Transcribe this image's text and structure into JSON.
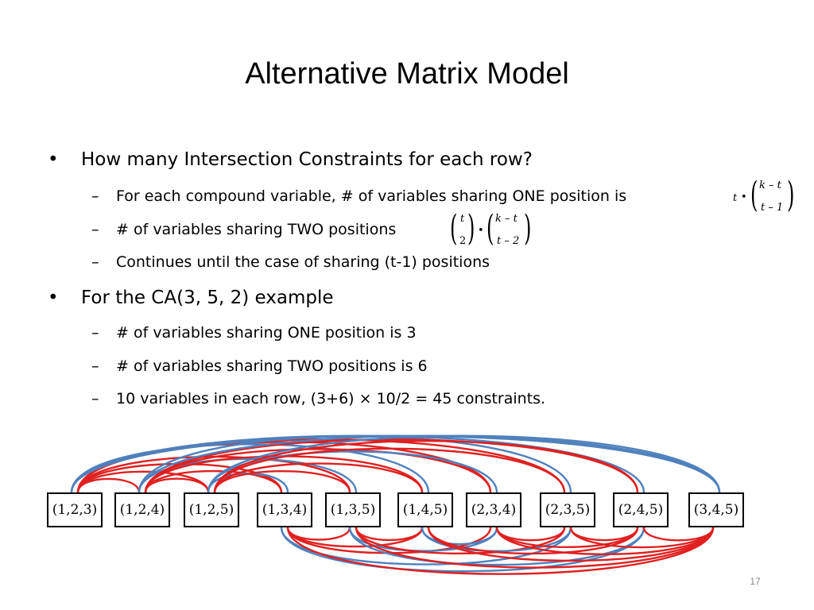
{
  "title": "Alternative Matrix Model",
  "bullets": [
    {
      "text": "How many Intersection Constraints for each row?",
      "subs": [
        "For each compound variable, # of variables sharing ONE position is",
        "# of variables sharing TWO positions",
        "Continues until the case of sharing (t-1) positions"
      ]
    },
    {
      "text": "For the CA(3, 5, 2) example",
      "subs": [
        "# of variables sharing ONE position is 3",
        "# of variables sharing TWO positions is 6",
        "10 variables in each row, (3+6) × 10/2 = 45 constraints."
      ]
    }
  ],
  "bullet_char": "•",
  "dash_char": "–",
  "formula1": {
    "coef": "t",
    "dot": "•",
    "top": "k – t",
    "bottom": "t – 1"
  },
  "formula2": {
    "top1": "t",
    "bottom1": "2",
    "dot": "•",
    "top2": "k – t",
    "bottom2": "t – 2"
  },
  "nodes": [
    "(1,2,3)",
    "(1,2,4)",
    "(1,2,5)",
    "(1,3,4)",
    "(1,3,5)",
    "(1,4,5)",
    "(2,3,4)",
    "(2,3,5)",
    "(2,4,5)",
    "(3,4,5)"
  ],
  "colors": {
    "share_one": "#4f81bd",
    "share_two": "#e02020"
  },
  "page_number": "17"
}
